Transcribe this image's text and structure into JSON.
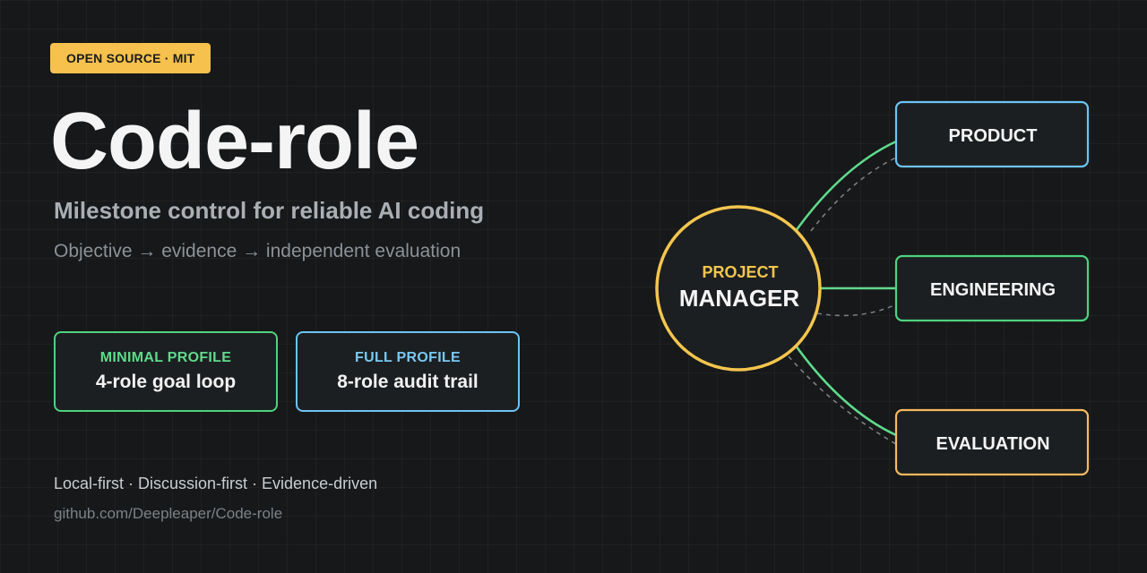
{
  "badge": "OPEN SOURCE · MIT",
  "title": "Code-role",
  "subtitle": "Milestone control for reliable AI coding",
  "tagline": "Objective → evidence → independent evaluation",
  "cards": [
    {
      "label": "MINIMAL PROFILE",
      "value": "4-role goal loop",
      "color": "#4fd27f"
    },
    {
      "label": "FULL PROFILE",
      "value": "8-role audit trail",
      "color": "#6cc4f4"
    }
  ],
  "features": "Local-first · Discussion-first · Evidence-driven",
  "repo": "github.com/Deepleaper/Code-role",
  "diagram": {
    "hub": {
      "line1": "PROJECT",
      "line2": "MANAGER",
      "color": "#f4c54e"
    },
    "nodes": [
      {
        "label": "PRODUCT",
        "color": "#6cc4f4"
      },
      {
        "label": "ENGINEERING",
        "color": "#4fd27f"
      },
      {
        "label": "EVALUATION",
        "color": "#f4b961"
      }
    ],
    "link_color": "#5fd98c"
  }
}
